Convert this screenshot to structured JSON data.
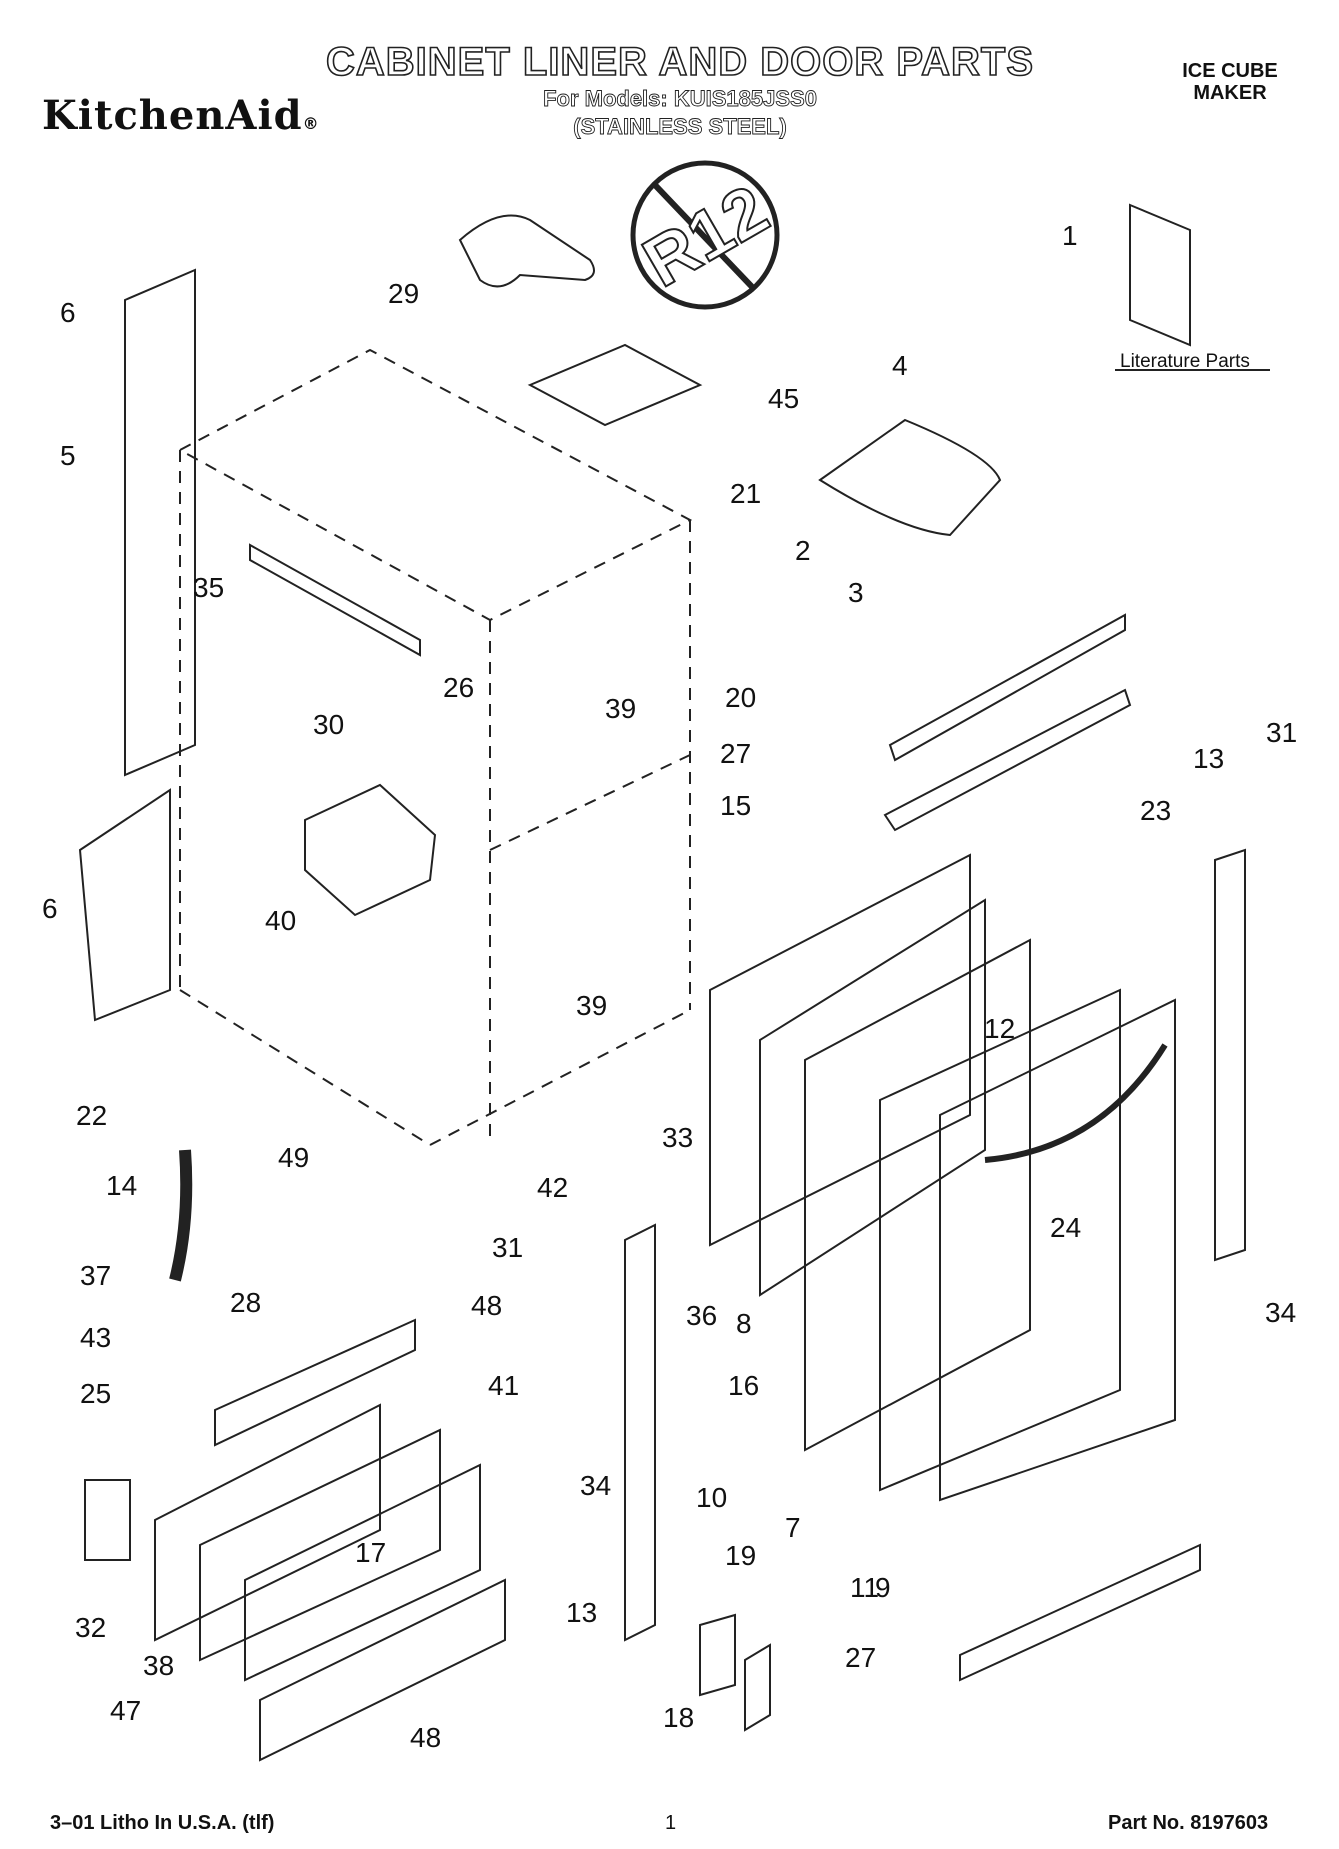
{
  "header": {
    "brand": "KitchenAid",
    "title": "CABINET LINER AND DOOR PARTS",
    "models_line": "For Models: KUIS185JSS0",
    "finish_line": "(STAINLESS STEEL)",
    "product_line1": "ICE CUBE",
    "product_line2": "MAKER"
  },
  "literature_label": "Literature Parts",
  "stamp_text": "R12",
  "footer": {
    "litho": "3–01 Litho In U.S.A. (tlf)",
    "page": "1",
    "part_no": "Part No. 8197603"
  },
  "callouts": [
    "1",
    "29",
    "6",
    "5",
    "45",
    "4",
    "21",
    "2",
    "3",
    "35",
    "26",
    "30",
    "39",
    "20",
    "27",
    "31",
    "13",
    "15",
    "23",
    "6",
    "40",
    "22",
    "39",
    "12",
    "14",
    "49",
    "42",
    "33",
    "31",
    "24",
    "37",
    "28",
    "48",
    "43",
    "41",
    "36",
    "16",
    "8",
    "25",
    "34",
    "34",
    "10",
    "7",
    "11",
    "9",
    "17",
    "32",
    "13",
    "19",
    "27",
    "38",
    "47",
    "18",
    "48"
  ]
}
